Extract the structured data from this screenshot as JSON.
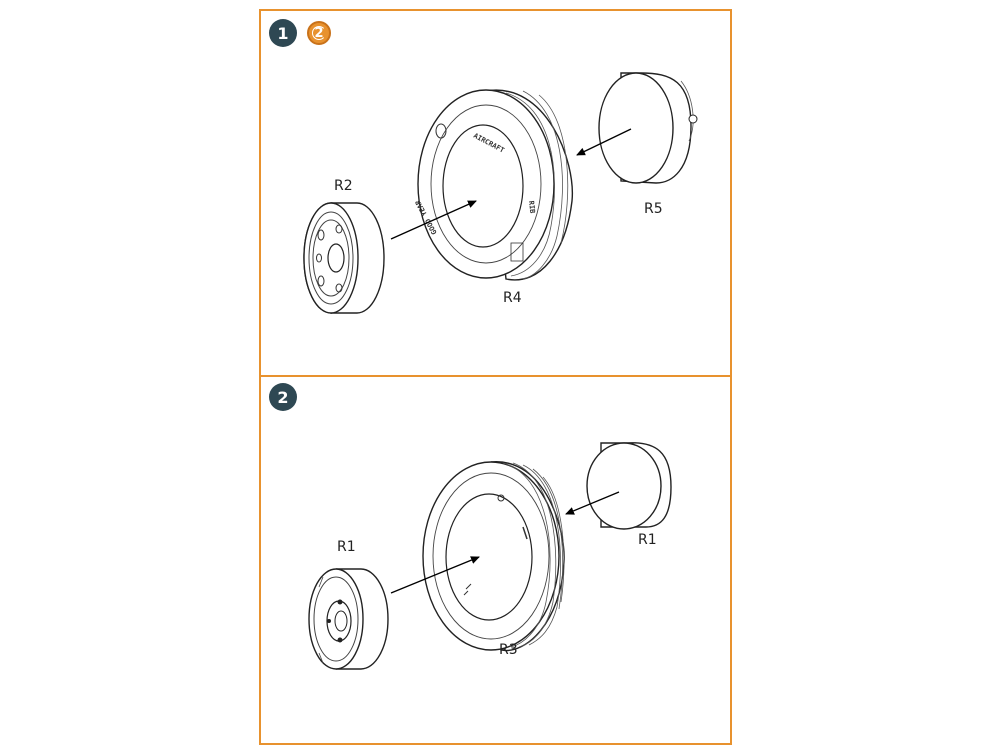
{
  "panels": [
    {
      "step": "1",
      "alt_step": "2",
      "labels": {
        "hub": "R2",
        "tire": "R4",
        "cap": "R5"
      },
      "tire_text": {
        "a": "AIRCRAFT",
        "b": "RIB",
        "c": "GOOD YEAR"
      }
    },
    {
      "step": "2",
      "labels": {
        "hub": "R1",
        "tire": "R3",
        "cap": "R1"
      }
    }
  ],
  "colors": {
    "accent": "#e8922e",
    "badge": "#2e4853"
  }
}
